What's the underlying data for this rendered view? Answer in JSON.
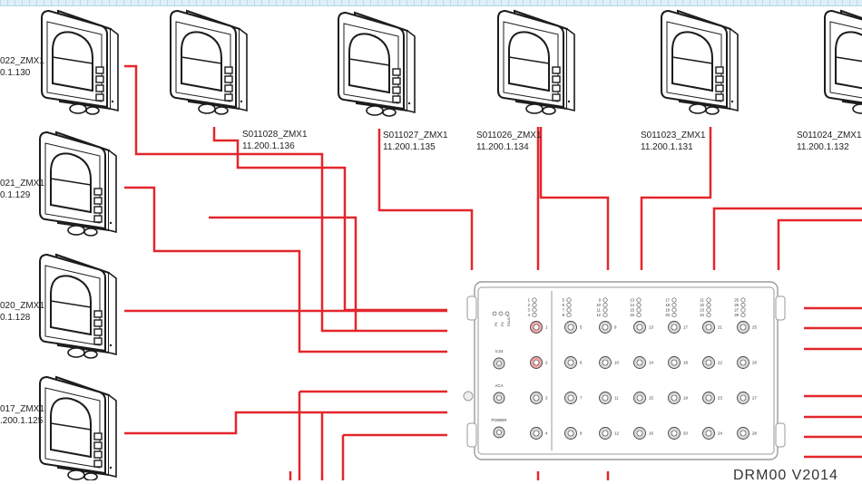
{
  "colors": {
    "wire": "#e3262c",
    "outline": "#1c1c1c",
    "switch_frame": "#9a9a9a",
    "port_fill": "#d9d9d9",
    "port_active": "#f2a6a6"
  },
  "devices": [
    {
      "id": "top-1",
      "name": "022_ZMX1",
      "ip": "0.1.130"
    },
    {
      "id": "top-2",
      "name": "S011028_ZMX1",
      "ip": "11.200.1.136"
    },
    {
      "id": "top-3",
      "name": "S011027_ZMX1",
      "ip": "11.200.1.135"
    },
    {
      "id": "top-4",
      "name": "S011026_ZMX1",
      "ip": "11.200.1.134"
    },
    {
      "id": "top-5",
      "name": "S011023_ZMX1",
      "ip": "11.200.1.131"
    },
    {
      "id": "top-6",
      "name": "S011024_ZMX1",
      "ip": "11.200.1.132"
    },
    {
      "id": "left-2",
      "name": "021_ZMX1",
      "ip": "0.1.129"
    },
    {
      "id": "left-3",
      "name": "020_ZMX1",
      "ip": "0.1.128"
    },
    {
      "id": "left-4",
      "name": "017_ZMX1",
      "ip": ".200.1.125"
    }
  ],
  "switch": {
    "title": "DRM00 V2014",
    "led_groups": [
      [
        "1",
        "2",
        "3",
        "4"
      ],
      [
        "5",
        "6",
        "7",
        "8"
      ],
      [
        "9",
        "10",
        "11",
        "12"
      ],
      [
        "13",
        "14",
        "15",
        "16"
      ],
      [
        "17",
        "18",
        "19",
        "20"
      ],
      [
        "21",
        "22",
        "23",
        "24"
      ],
      [
        "25",
        "26",
        "27",
        "28"
      ]
    ],
    "status_leds": [
      "P1",
      "P2",
      "FAULT"
    ],
    "inputs": [
      "V.24",
      "ACA",
      "POWER"
    ],
    "port_columns": [
      [
        "1",
        "2",
        "3",
        "4"
      ],
      [
        "5",
        "6",
        "7",
        "8"
      ],
      [
        "9",
        "10",
        "11",
        "12"
      ],
      [
        "13",
        "14",
        "15",
        "16"
      ],
      [
        "17",
        "18",
        "19",
        "20"
      ],
      [
        "21",
        "22",
        "23",
        "24"
      ],
      [
        "25",
        "26",
        "27",
        "28"
      ]
    ],
    "active_ports": [
      "1",
      "2"
    ]
  }
}
